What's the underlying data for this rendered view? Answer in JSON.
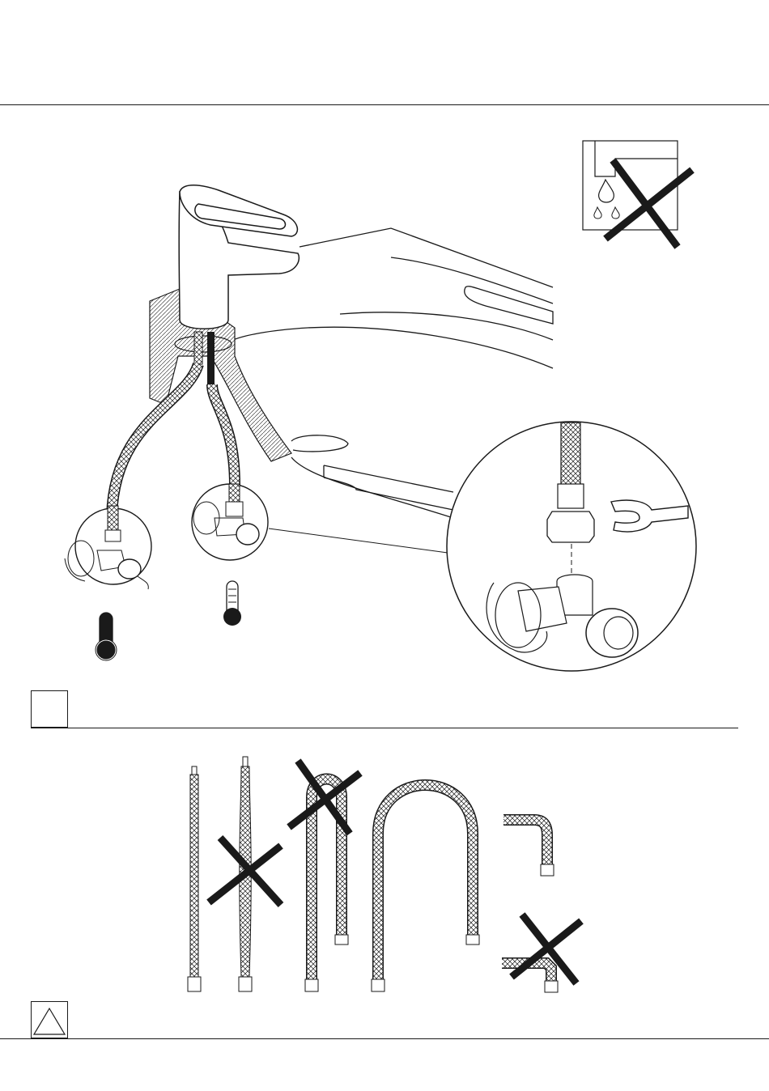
{
  "page": {
    "step_box_label": "",
    "warning_box_label": ""
  },
  "icons": {
    "no_drip_icon": "no-dripping-icon",
    "cold_water_icon": "thermometer-cold-icon",
    "hot_water_icon": "thermometer-hot-icon",
    "warning_icon": "warning-triangle-icon",
    "wrench_icon": "wrench-icon"
  },
  "hose_options": [
    {
      "shape": "straight",
      "allowed": true
    },
    {
      "shape": "straight-twisted",
      "allowed": false
    },
    {
      "shape": "tight-loop",
      "allowed": false
    },
    {
      "shape": "wide-loop",
      "allowed": true
    },
    {
      "shape": "smooth-bend",
      "allowed": true
    },
    {
      "shape": "sharp-bend",
      "allowed": false
    }
  ],
  "colors": {
    "line": "#1a1a1a",
    "paper": "#ffffff"
  }
}
